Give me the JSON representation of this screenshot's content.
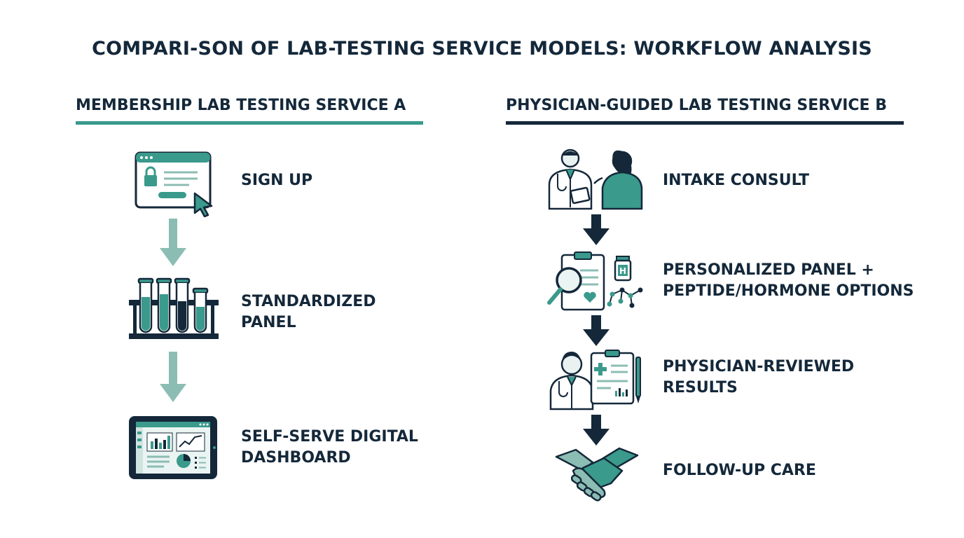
{
  "title": "COMPARI-SON OF LAB-TESTING SERVICE MODELS: WORKFLOW ANALYSIS",
  "colors": {
    "teal": "#3a9a8c",
    "navy": "#14283a",
    "light_arrow": "#8cbdb4"
  },
  "service_a": {
    "heading": "MEMBERSHIP LAB TESTING SERVICE A",
    "steps": [
      {
        "line1": "SIGN UP",
        "line2": "",
        "icon": "browser-lock-icon"
      },
      {
        "line1": "STANDARDIZED",
        "line2": "PANEL",
        "icon": "test-tubes-icon"
      },
      {
        "line1": "SELF-SERVE DIGITAL",
        "line2": "DASHBOARD",
        "icon": "tablet-dashboard-icon"
      }
    ]
  },
  "service_b": {
    "heading": "PHYSICIAN-GUIDED LAB TESTING SERVICE B",
    "steps": [
      {
        "line1": "INTAKE CONSULT",
        "line2": "",
        "icon": "doctor-patient-icon"
      },
      {
        "line1": "PERSONALIZED PANEL +",
        "line2": "PEPTIDE/HORMONE OPTIONS",
        "icon": "clipboard-magnifier-icon"
      },
      {
        "line1": "PHYSICIAN-REVIEWED",
        "line2": "RESULTS",
        "icon": "doctor-report-icon"
      },
      {
        "line1": "FOLLOW-UP CARE",
        "line2": "",
        "icon": "handshake-icon"
      }
    ],
    "vial_letter": "H"
  }
}
